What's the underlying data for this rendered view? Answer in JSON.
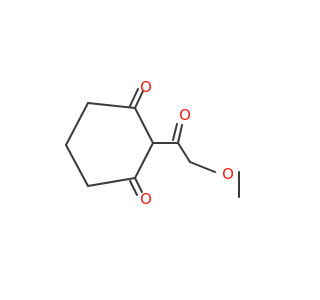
{
  "molecule": {
    "atoms": [
      {
        "id": "O1",
        "symbol": "O",
        "color": "#e8211a"
      },
      {
        "id": "O2",
        "symbol": "O",
        "color": "#e8211a"
      },
      {
        "id": "O3",
        "symbol": "O",
        "color": "#e8211a"
      },
      {
        "id": "O4",
        "symbol": "O",
        "color": "#e8211a"
      }
    ],
    "bond_color": "#3a3a3a",
    "background": "#ffffff"
  }
}
